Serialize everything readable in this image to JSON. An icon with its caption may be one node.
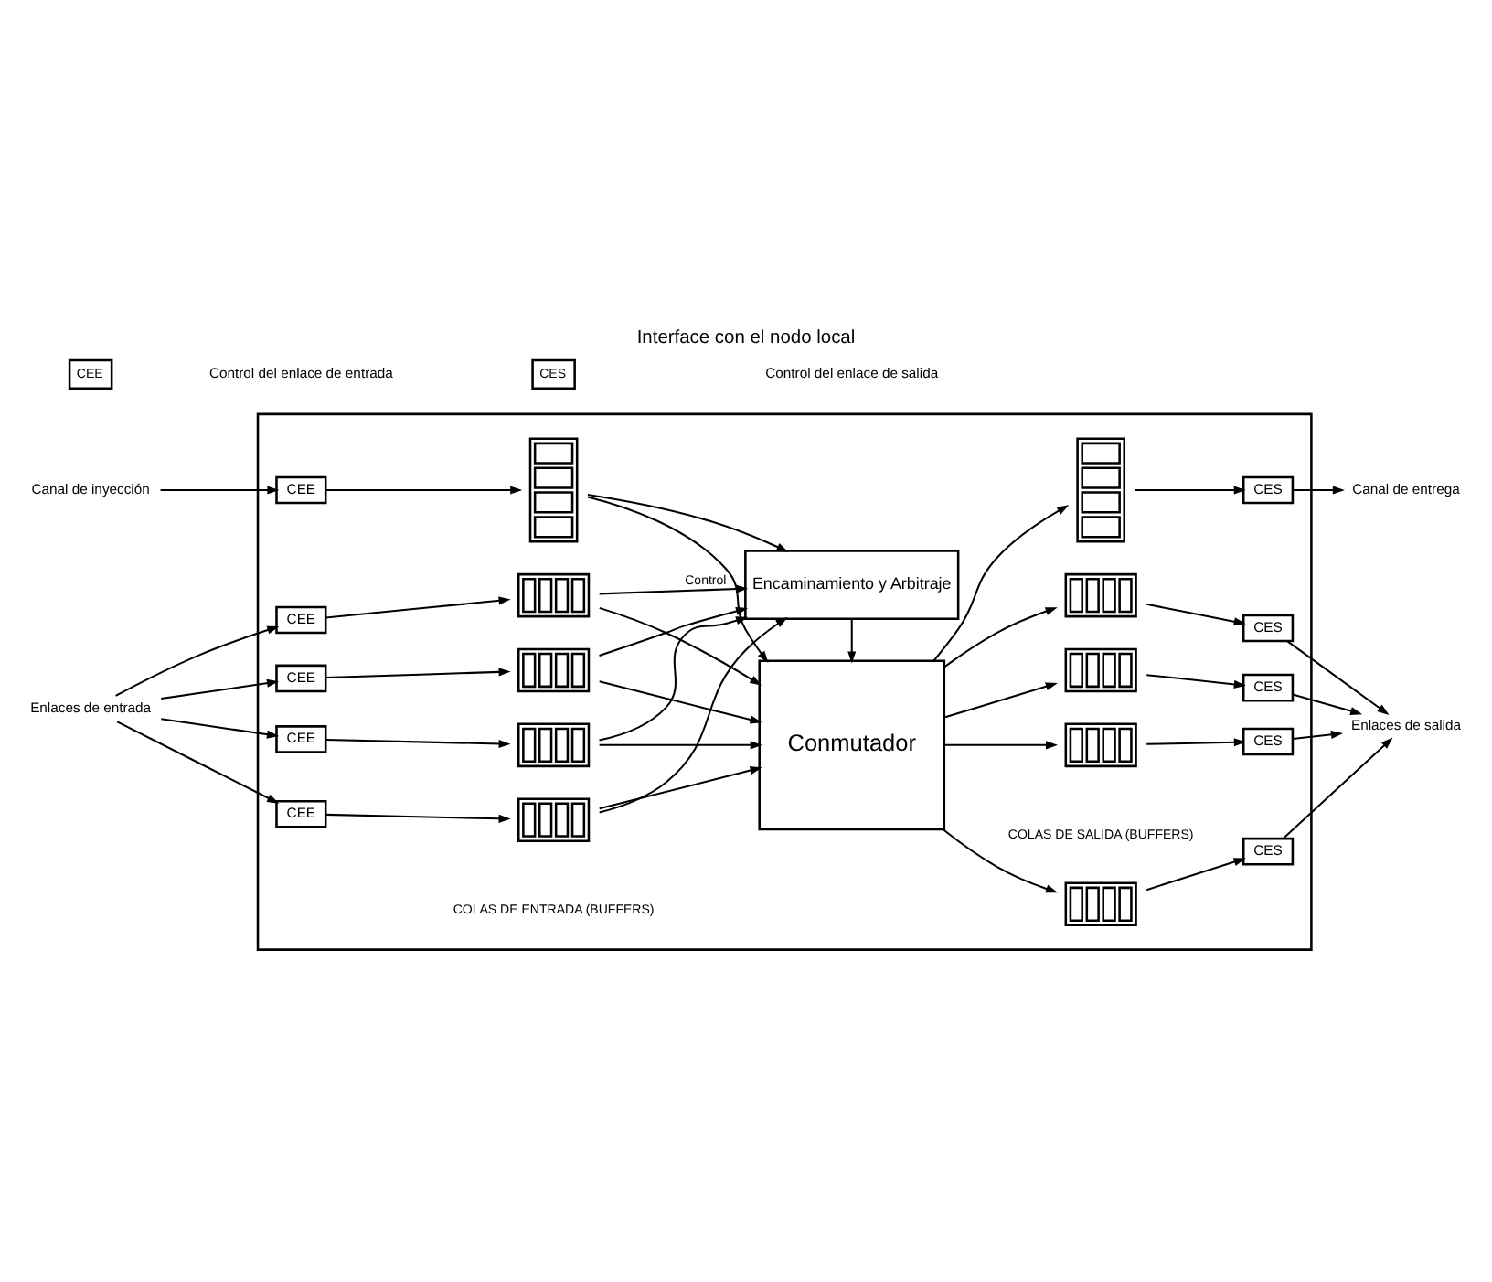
{
  "diagram": {
    "title": "Interface con el nodo local",
    "nodes": [
      {
        "text": [],
        "shape": "box"
      },
      {
        "text": [
          "Canal de inyección"
        ]
      },
      {
        "text": [
          "Canal de entrega"
        ]
      },
      {
        "text": [
          "CEE"
        ],
        "in": 0
      },
      {
        "text": [
          "CES"
        ],
        "in": 0
      },
      {
        "text": [],
        "shape": "bar",
        "in": 0
      },
      {
        "text": [],
        "shape": "bar",
        "in": 0
      },
      {
        "text": [
          "Enlaces de entrada"
        ]
      },
      {
        "text": [
          "CEE"
        ],
        "in": 0
      },
      {
        "text": [
          "CEE"
        ],
        "in": 0
      },
      {
        "text": [
          "CEE"
        ],
        "in": 0
      },
      {
        "text": [
          "CEE"
        ],
        "in": 0
      },
      {
        "text": [],
        "shape": "bar",
        "in": 0
      },
      {
        "text": [],
        "shape": "bar",
        "in": 0
      },
      {
        "text": [],
        "shape": "bar",
        "in": 0
      },
      {
        "text": [],
        "shape": "bar",
        "in": 0
      },
      {
        "text": [
          "Conmutador"
        ],
        "in": 0
      },
      {
        "text": [],
        "shape": "bar",
        "in": 0
      },
      {
        "text": [],
        "shape": "bar",
        "in": 0
      },
      {
        "text": [],
        "shape": "bar",
        "in": 0
      },
      {
        "text": [],
        "shape": "bar",
        "in": 0
      },
      {
        "text": [
          "CES"
        ],
        "in": 0
      },
      {
        "text": [
          "CES"
        ],
        "in": 0
      },
      {
        "text": [
          "CES"
        ],
        "in": 0
      },
      {
        "text": [
          "CES"
        ],
        "in": 0
      },
      {
        "text": [
          "Encaminamiento y Arbitraje"
        ],
        "in": 0
      },
      {
        "text": [
          "Enlaces de salida"
        ]
      }
    ],
    "edges": [
      {
        "from": 1,
        "to": 3,
        "arrow": "to"
      },
      {
        "from": 3,
        "to": 5,
        "arrow": "to"
      },
      {
        "from": 5,
        "to": 16,
        "arrow": "to"
      },
      {
        "from": 16,
        "to": 6,
        "arrow": "to"
      },
      {
        "from": 6,
        "to": 4,
        "arrow": "to"
      },
      {
        "from": 4,
        "to": 2,
        "arrow": "to"
      },
      {
        "from": 7,
        "to": 8,
        "arrow": "to"
      },
      {
        "from": 7,
        "to": 9,
        "arrow": "to"
      },
      {
        "from": 7,
        "to": 10,
        "arrow": "to"
      },
      {
        "from": 7,
        "to": 11,
        "arrow": "to"
      },
      {
        "from": 8,
        "to": 12,
        "arrow": "to"
      },
      {
        "from": 9,
        "to": 13,
        "arrow": "to"
      },
      {
        "from": 10,
        "to": 14,
        "arrow": "to"
      },
      {
        "from": 11,
        "to": 15,
        "arrow": "to"
      },
      {
        "from": 12,
        "to": 16,
        "arrow": "to"
      },
      {
        "from": 13,
        "to": 16,
        "arrow": "to"
      },
      {
        "from": 14,
        "to": 16,
        "arrow": "to"
      },
      {
        "from": 15,
        "to": 16,
        "arrow": "to"
      },
      {
        "from": 5,
        "to": 25,
        "arrow": "to"
      },
      {
        "from": 12,
        "to": 25,
        "arrow": "to"
      },
      {
        "from": 13,
        "to": 25,
        "arrow": "to"
      },
      {
        "from": 14,
        "to": 25,
        "arrow": "to"
      },
      {
        "from": 15,
        "to": 25,
        "arrow": "to",
        "label": "Control"
      },
      {
        "from": 25,
        "to": 16,
        "arrow": "to"
      },
      {
        "from": 16,
        "to": 17,
        "arrow": "to"
      },
      {
        "from": 16,
        "to": 18,
        "arrow": "to"
      },
      {
        "from": 16,
        "to": 19,
        "arrow": "to"
      },
      {
        "from": 16,
        "to": 20,
        "arrow": "to"
      },
      {
        "from": 17,
        "to": 21,
        "arrow": "to"
      },
      {
        "from": 18,
        "to": 22,
        "arrow": "to"
      },
      {
        "from": 19,
        "to": 23,
        "arrow": "to"
      },
      {
        "from": 20,
        "to": 24,
        "arrow": "to"
      },
      {
        "from": 21,
        "to": 26,
        "arrow": "to"
      },
      {
        "from": 22,
        "to": 26,
        "arrow": "to"
      },
      {
        "from": 23,
        "to": 26,
        "arrow": "to"
      },
      {
        "from": 24,
        "to": 26,
        "arrow": "to"
      }
    ],
    "labels": [
      "COLAS DE ENTRADA (BUFFERS)",
      "COLAS DE SALIDA (BUFFERS)",
      "CEE",
      "CES"
    ],
    "legend": [
      {
        "text": "Control del enlace de entrada"
      },
      {
        "text": "Control del enlace de salida"
      }
    ]
  }
}
